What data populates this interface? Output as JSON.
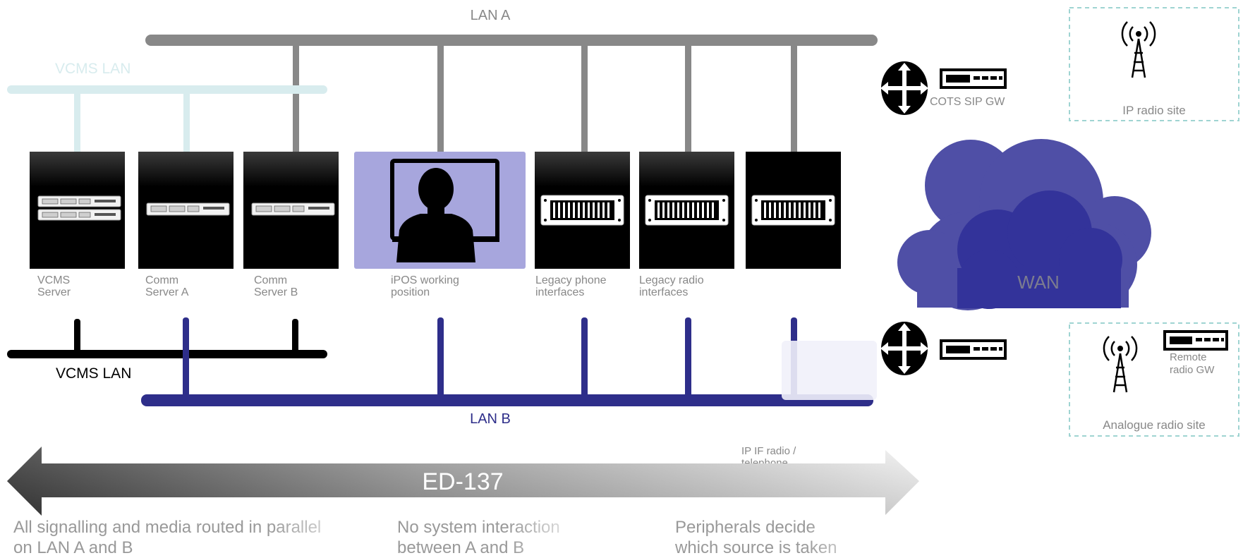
{
  "lans": {
    "lan_a": "LAN A",
    "lan_b": "LAN B",
    "vcms_lan_faded": "VCMS LAN",
    "vcms_lan": "VCMS LAN"
  },
  "nodes": {
    "vcms_server": [
      "VCMS",
      "Server"
    ],
    "comm_a": [
      "Comm",
      "Server A"
    ],
    "comm_b": [
      "Comm",
      "Server B"
    ],
    "ipos": [
      "iPOS working",
      "position"
    ],
    "legacy_phone": [
      "Legacy phone",
      "interfaces"
    ],
    "legacy_radio": [
      "Legacy radio",
      "interfaces"
    ],
    "ip_if": [
      "IP IF radio /",
      "telephone"
    ]
  },
  "right": {
    "cots_gw": "COTS SIP GW",
    "ip_radio_site": "IP radio site",
    "wan": "WAN",
    "remote_gw": [
      "Remote",
      "radio GW"
    ],
    "analogue_site": "Analogue radio site"
  },
  "arrow": {
    "label": "ED-137"
  },
  "notes": {
    "note1": [
      "All signalling and media routed in parallel",
      "on LAN A and B"
    ],
    "note2": [
      "No system interaction",
      "between A and B"
    ],
    "note3": [
      "Peripherals decide",
      "which source is taken"
    ]
  },
  "colors": {
    "lan_a": "#888888",
    "lan_b": "#2e2e8a",
    "vcms_faded": "#d8ecee",
    "ipos_bg": "#a7a6dd",
    "wan_outer": "#4f4fa6",
    "wan_inner": "#33339a",
    "site_border": "#9fd4d2"
  }
}
